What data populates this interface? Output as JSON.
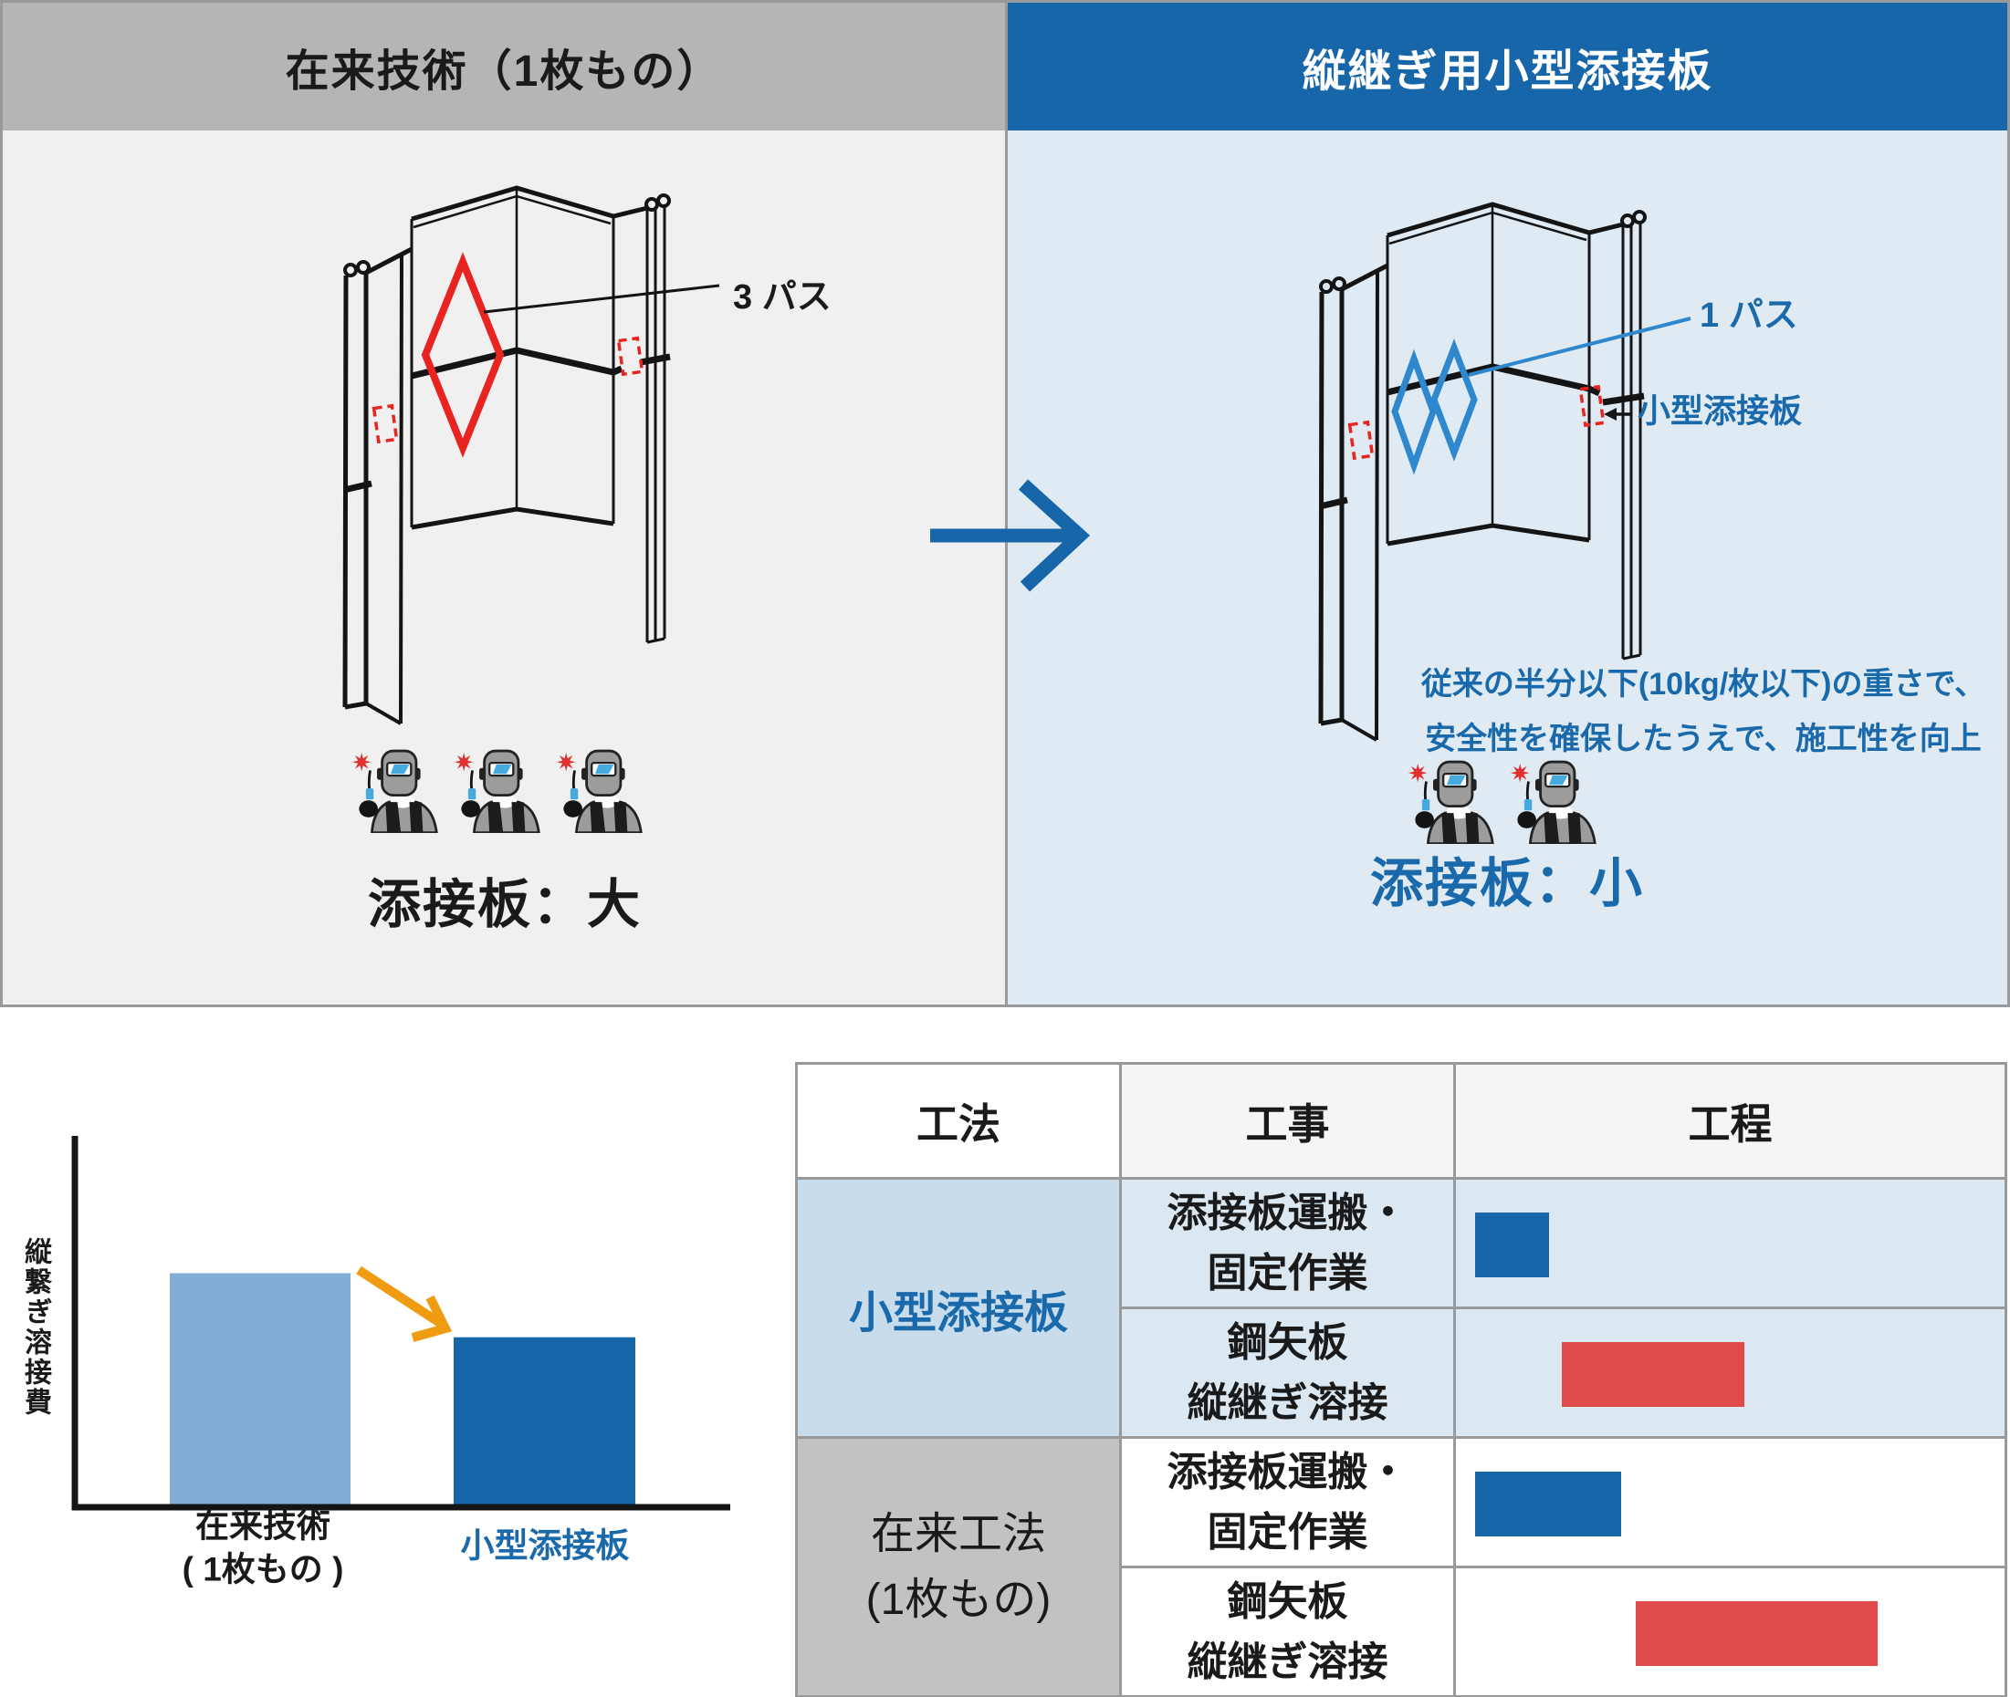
{
  "colors": {
    "accent_blue": "#1766a9",
    "text_blue": "#1a6aab",
    "panel_left_bg": "#f0f0f0",
    "panel_right_bg": "#dfeaf3",
    "header_left_bg": "#b5b5b5",
    "header_right_bg": "#1766a9",
    "border_gray": "#999999",
    "weld_red": "#e82420",
    "weld_blue": "#2f87cd",
    "dashed_red": "#e82420",
    "arrow_orange": "#ef9c13",
    "gantt_blue": "#1766a9",
    "gantt_red": "#df4a4a",
    "table_blue_cell": "#dbe8f2",
    "table_method_blue": "#c8dcec",
    "table_method_gray": "#c2c2c2",
    "table_header_bg": "#f5f5f5"
  },
  "panels": {
    "left": {
      "header": "在来技術（1枚もの）",
      "weld_pass_label": "3 パス",
      "welder_count": 3,
      "caption": "添接板：大"
    },
    "right": {
      "header": "縦継ぎ用小型添接板",
      "weld_pass_label": "1 パス",
      "plate_label": "小型添接板",
      "note_line1": "従来の半分以下(10kg/枚以下)の重さで、",
      "note_line2": "安全性を確保したうえで、施工性を向上",
      "welder_count": 2,
      "caption": "添接板：小"
    }
  },
  "chart_data": {
    "type": "bar",
    "title": "",
    "ylabel": "縦繋ぎ溶接費",
    "xlabel": "",
    "categories": [
      "在来技術（1枚もの）",
      "小型添接板"
    ],
    "values": [
      95,
      69
    ],
    "ylim": [
      0,
      150
    ],
    "bar_colors": [
      "#82aed3",
      "#1766a9"
    ],
    "grid": false,
    "annotation": "orange arrow from top of bar 1 down to top of bar 2 (cost reduction)",
    "xtick_lines": {
      "cat1_line1": "在来技術",
      "cat1_line2": "( 1枚もの )",
      "cat2": "小型添接板"
    }
  },
  "table": {
    "headers": [
      "工法",
      "工事",
      "工程"
    ],
    "groups": [
      {
        "method_line1": "小型添接板",
        "method_line2": "",
        "rows": [
          {
            "work_line1": "添接板運搬・",
            "work_line2": "固定作業",
            "bar": {
              "color": "blue",
              "start_pct": 3.5,
              "width_pct": 13.5
            }
          },
          {
            "work_line1": "鋼矢板",
            "work_line2": "縦継ぎ溶接",
            "bar": {
              "color": "red",
              "start_pct": 19.3,
              "width_pct": 33.2
            }
          }
        ]
      },
      {
        "method_line1": "在来工法",
        "method_line2": "(1枚もの)",
        "rows": [
          {
            "work_line1": "添接板運搬・",
            "work_line2": "固定作業",
            "bar": {
              "color": "blue",
              "start_pct": 3.5,
              "width_pct": 26.6
            }
          },
          {
            "work_line1": "鋼矢板",
            "work_line2": "縦継ぎ溶接",
            "bar": {
              "color": "red",
              "start_pct": 32.7,
              "width_pct": 44.1
            }
          }
        ]
      }
    ]
  }
}
